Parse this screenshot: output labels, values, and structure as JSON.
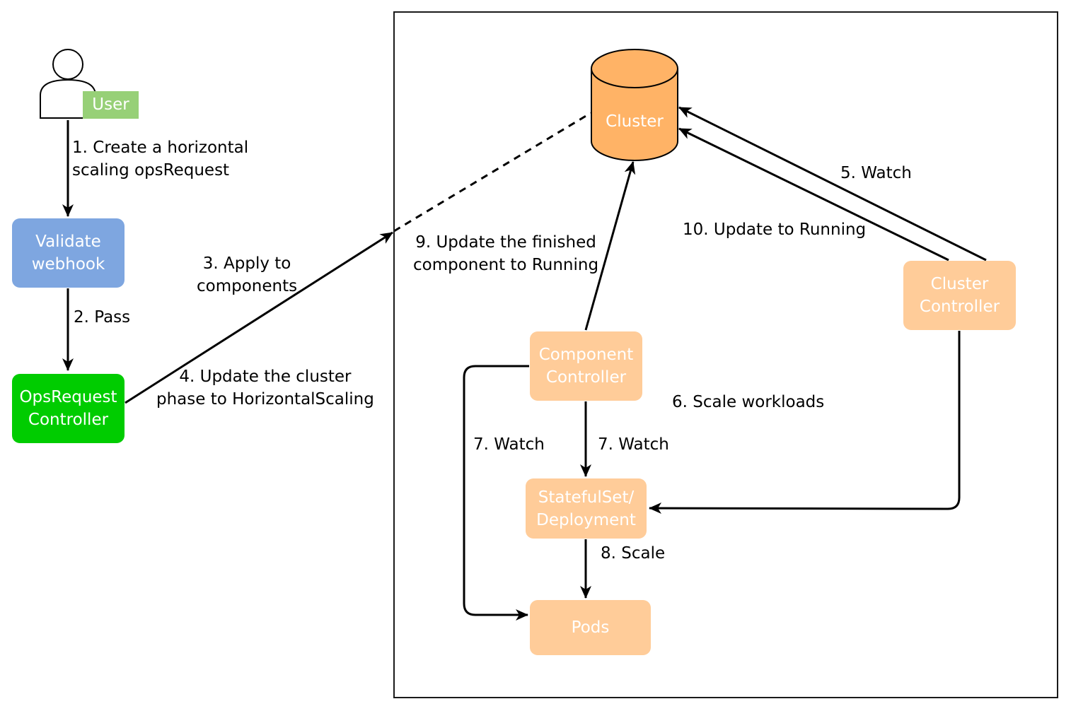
{
  "user": {
    "label": "User"
  },
  "nodes": {
    "validate_webhook": {
      "label": "Validate\nwebhook",
      "color": "#7ea6e0"
    },
    "opsrequest_controller": {
      "label": "OpsRequest\nController",
      "color": "#00cc00"
    },
    "cluster": {
      "label": "Cluster",
      "color": "#ffb366"
    },
    "cluster_controller": {
      "label": "Cluster\nController",
      "color": "#ffcc99"
    },
    "component_controller": {
      "label": "Component\nController",
      "color": "#ffcc99"
    },
    "statefulset": {
      "label": "StatefulSet/\nDeployment",
      "color": "#ffcc99"
    },
    "pods": {
      "label": "Pods",
      "color": "#ffcc99"
    }
  },
  "edges": {
    "step1": "1. Create a horizontal\n   scaling opsRequest",
    "step2": "2. Pass",
    "step3": "3. Apply to\ncomponents",
    "step4": "4. Update the cluster\nphase to HorizontalScaling",
    "step5": "5. Watch",
    "step6": "6. Scale workloads",
    "step7a": "7. Watch",
    "step7b": "7. Watch",
    "step8": "8. Scale",
    "step9": "9. Update the finished\ncomponent to Running",
    "step10": "10. Update to Running"
  }
}
